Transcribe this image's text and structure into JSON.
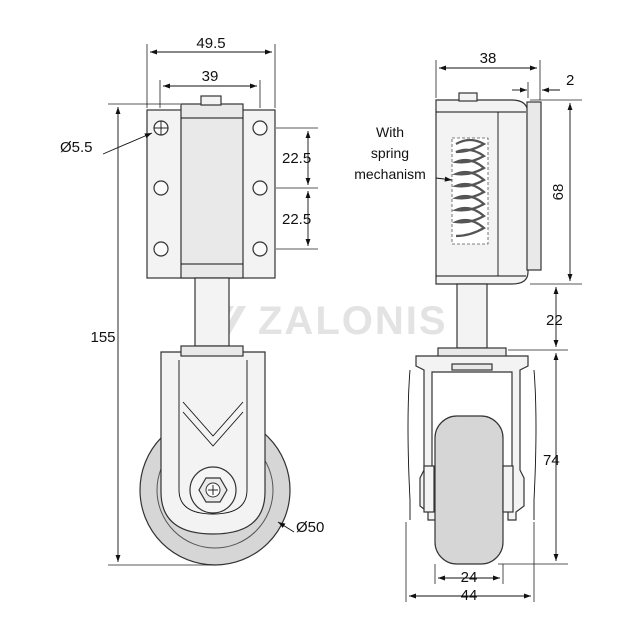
{
  "watermark": {
    "text": "ZALONIS"
  },
  "front_view": {
    "width_overall": "49.5",
    "width_inner": "39",
    "hole_diameter": "Ø5.5",
    "hole_spacing_upper": "22.5",
    "hole_spacing_lower": "22.5",
    "height_total": "155",
    "wheel_diameter": "Ø50"
  },
  "side_view": {
    "width_body": "38",
    "thickness": "2",
    "height_body": "68",
    "stem_length": "22",
    "fork_height": "74",
    "wheel_width": "24",
    "fork_width": "44",
    "note_line1": "With",
    "note_line2": "spring",
    "note_line3": "mechanism"
  }
}
